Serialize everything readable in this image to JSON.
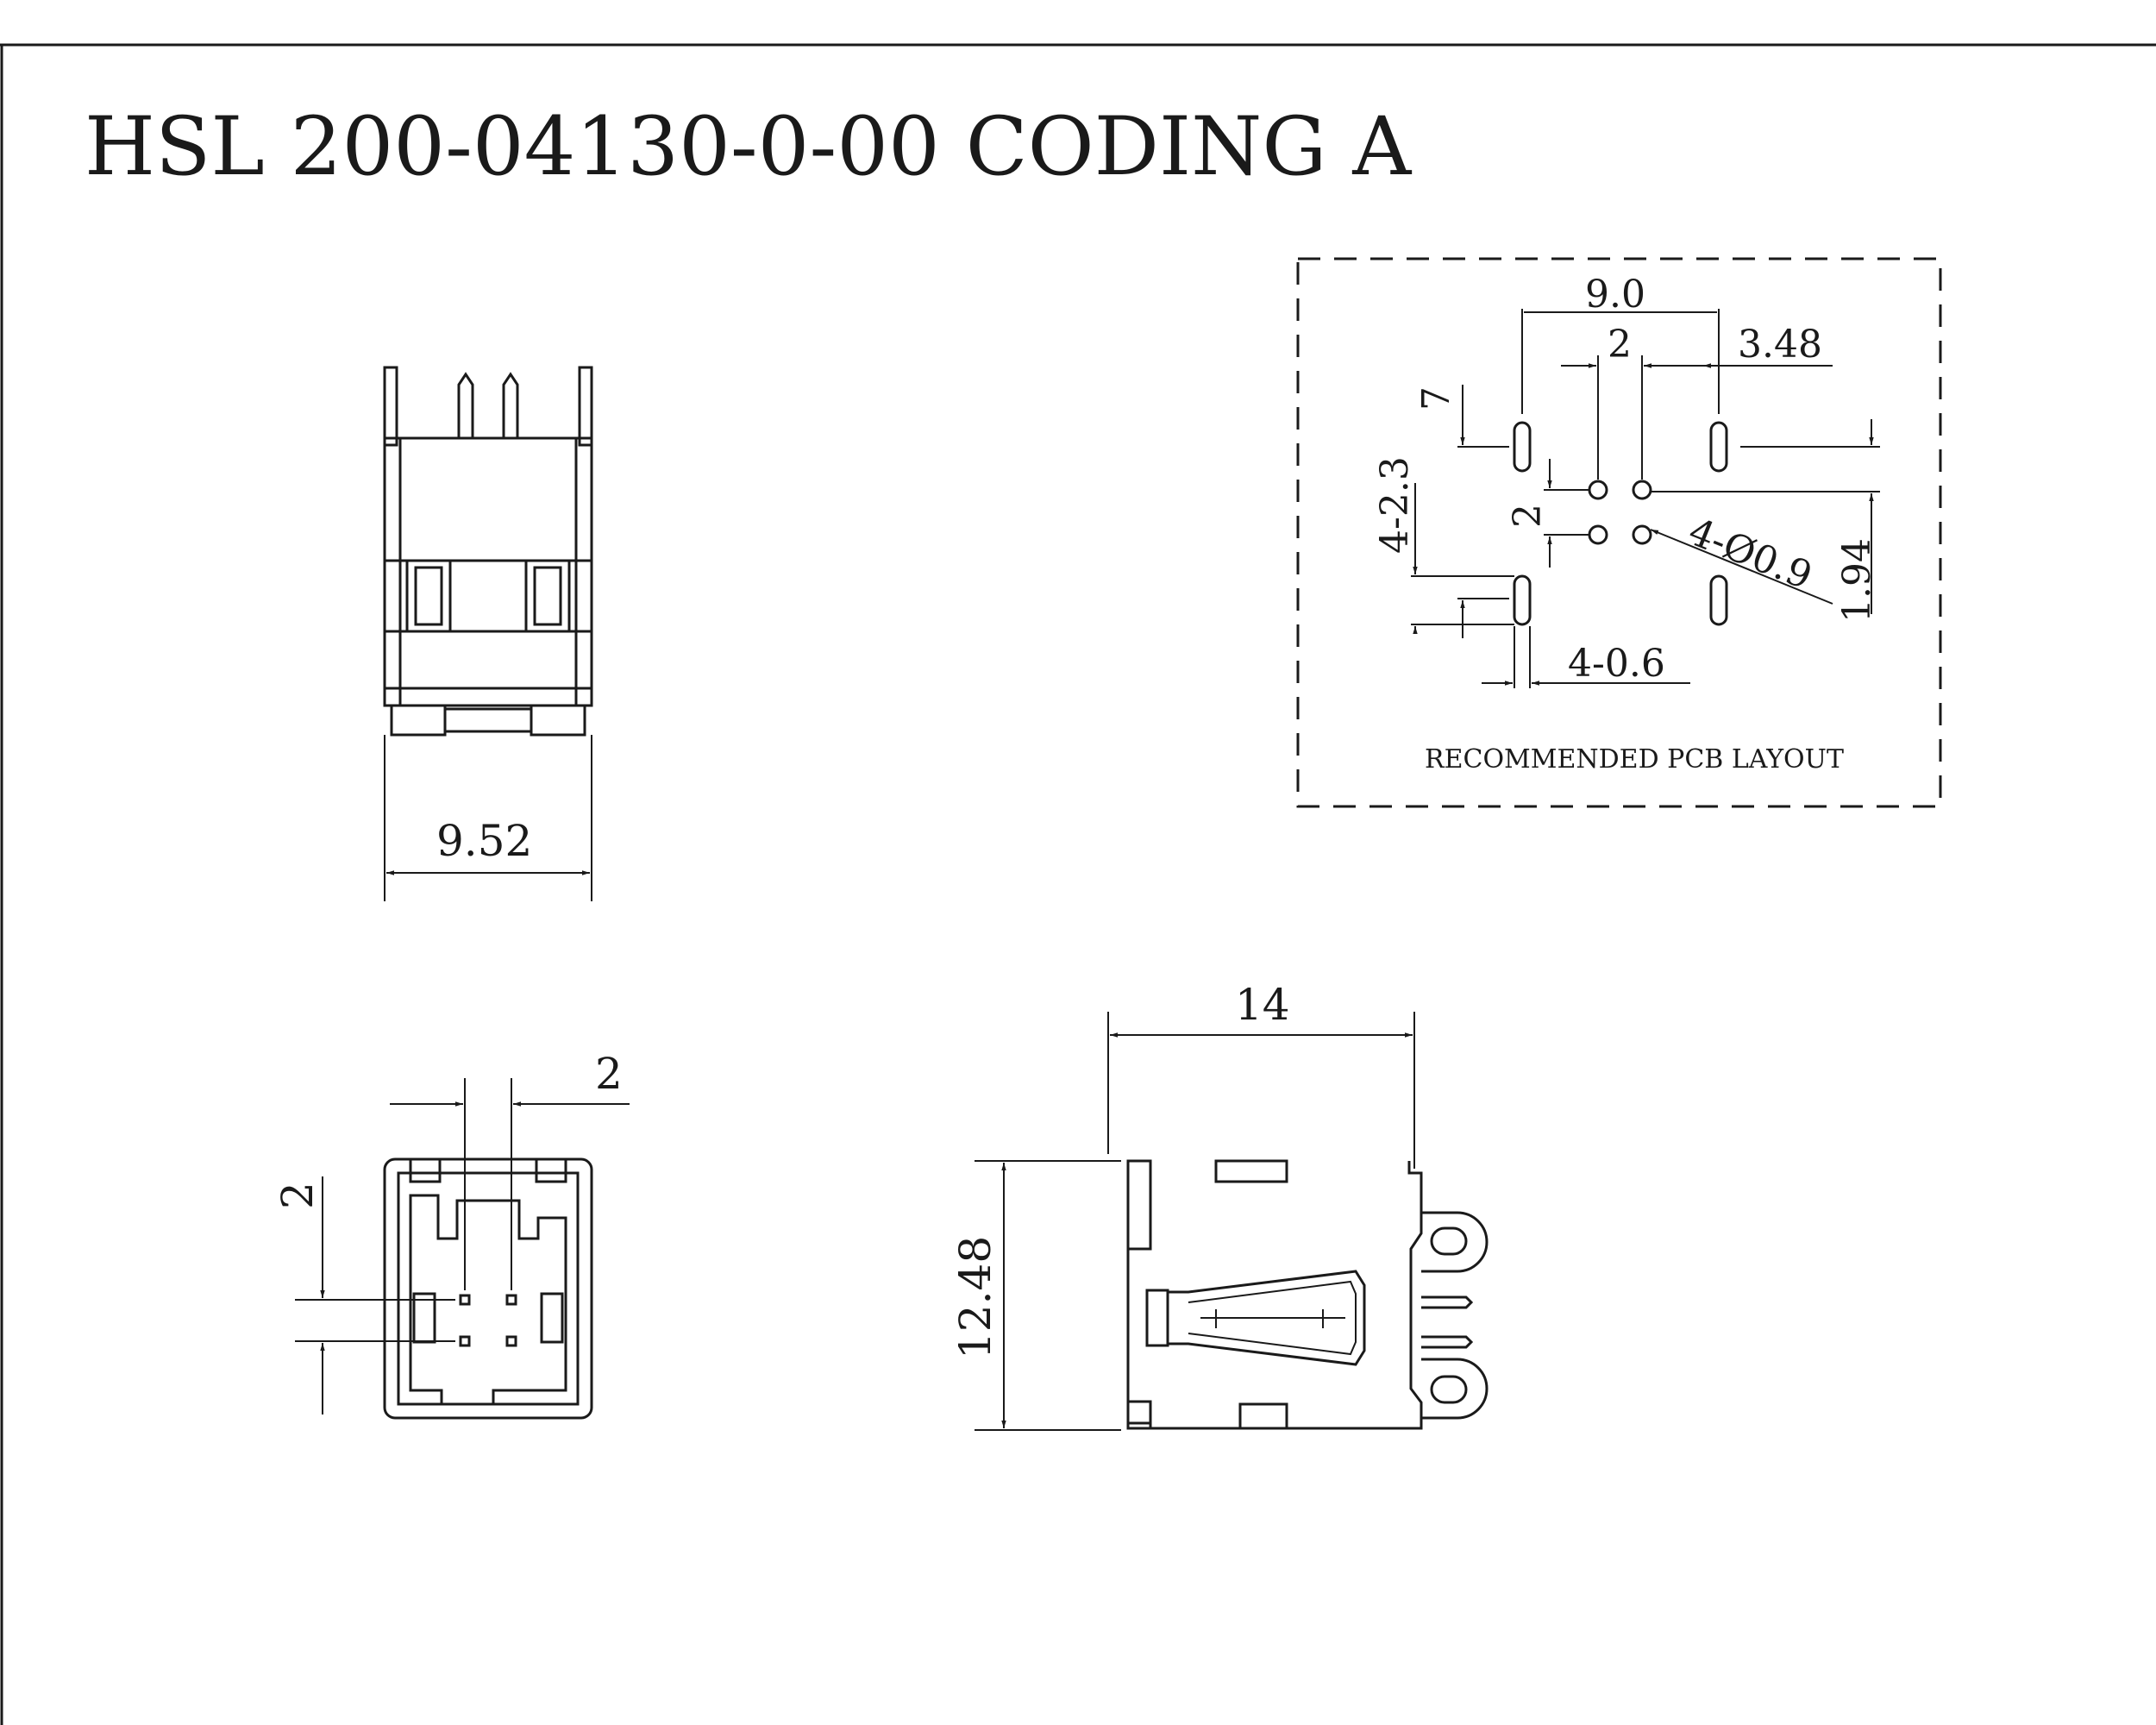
{
  "title": "HSL 200-04130-0-00 CODING A",
  "pcb_layout": {
    "caption": "RECOMMENDED PCB LAYOUT",
    "dims": {
      "width_9_0": "9.0",
      "pitch_2_h": "2",
      "offset_3_48": "3.48",
      "height_7": "7",
      "slot_4_2_3": "4-2.3",
      "pitch_2_v": "2",
      "hole_4_d0_9": "4-Ø0.9",
      "offset_1_94": "1.94",
      "slot_width_4_0_6": "4-0.6"
    }
  },
  "top_view": {
    "width": "9.52"
  },
  "front_view": {
    "pitch_h": "2",
    "pitch_v": "2"
  },
  "side_view": {
    "length": "14",
    "height": "12.48"
  }
}
